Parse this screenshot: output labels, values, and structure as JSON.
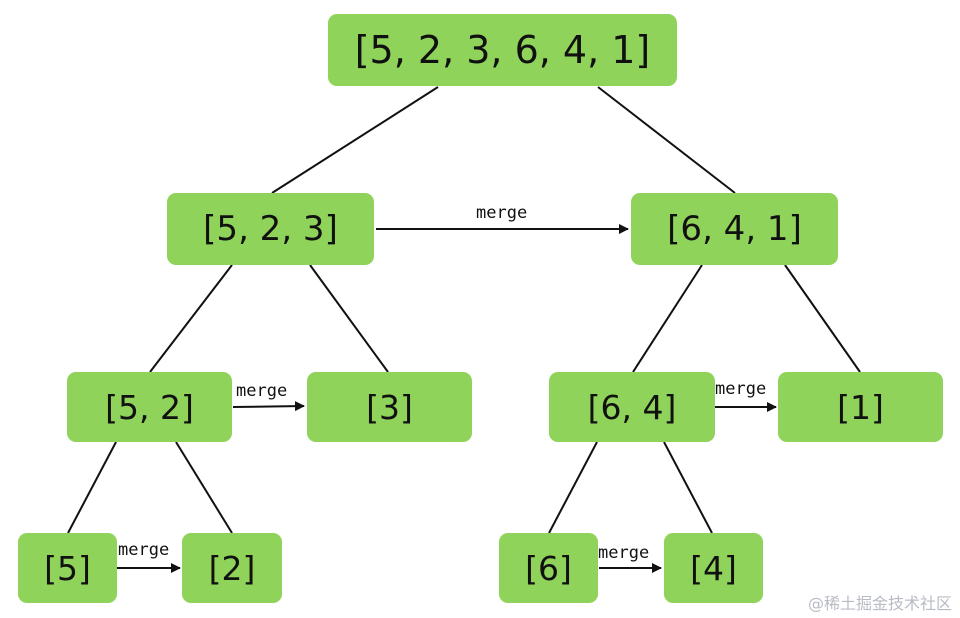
{
  "nodes": {
    "root": "[5, 2, 3, 6, 4, 1]",
    "left": "[5, 2, 3]",
    "right": "[6, 4, 1]",
    "left_left": "[5, 2]",
    "left_right": "[3]",
    "right_left": "[6, 4]",
    "right_right": "[1]",
    "leaf_5": "[5]",
    "leaf_2": "[2]",
    "leaf_6": "[6]",
    "leaf_4": "[4]"
  },
  "merge_labels": {
    "level1": "merge",
    "level2_left": "merge",
    "level2_right": "merge",
    "level3_left": "merge",
    "level3_right": "merge"
  },
  "colors": {
    "node_fill": "#8fd35a",
    "edge": "#111111"
  },
  "watermark": "@稀土掘金技术社区"
}
